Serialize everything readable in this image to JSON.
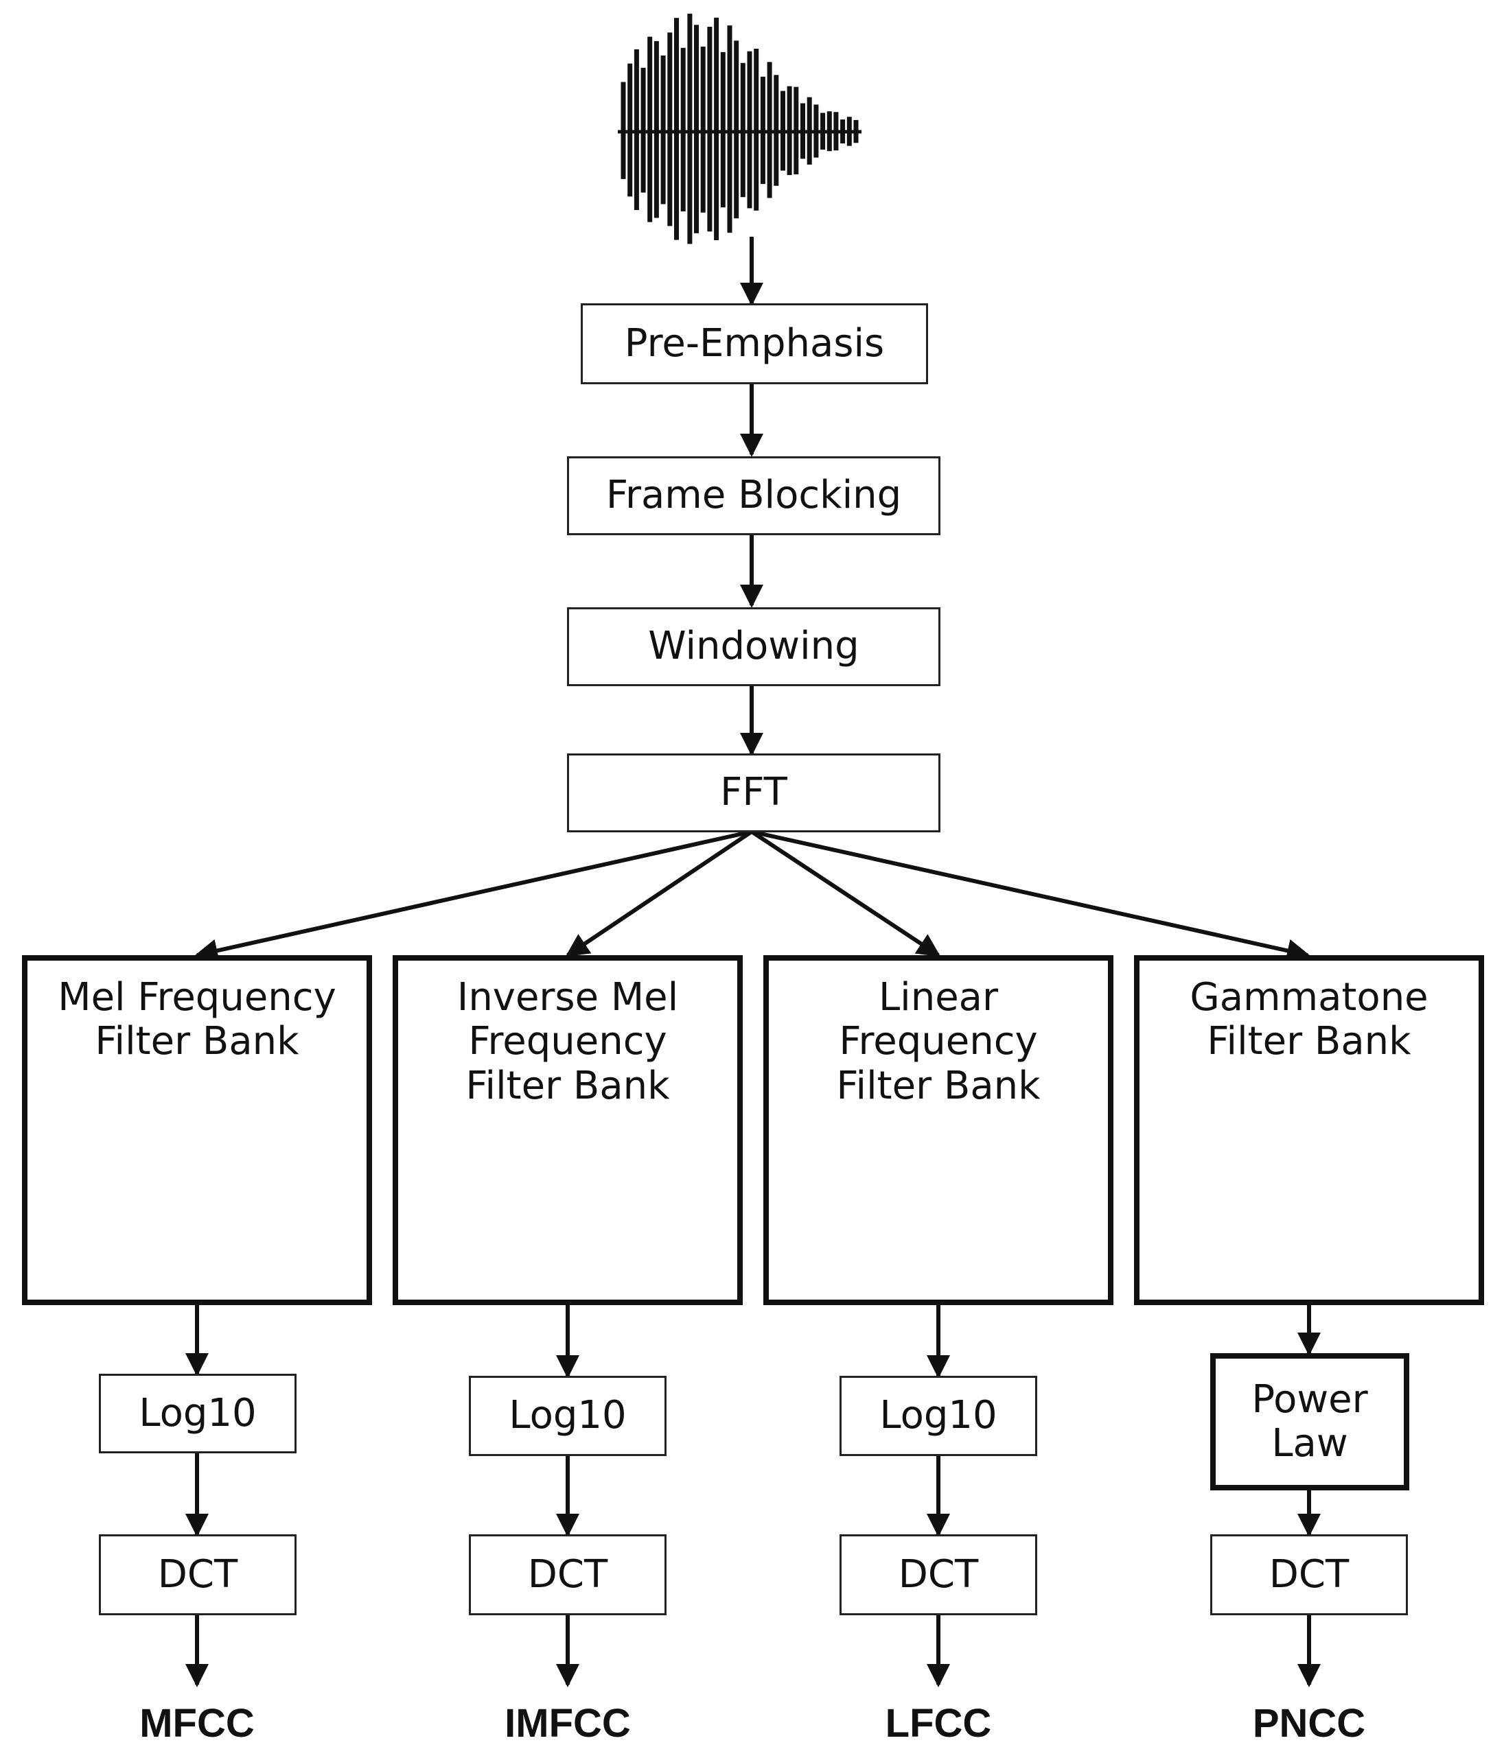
{
  "steps": {
    "pre_emphasis": "Pre-Emphasis",
    "frame_blocking": "Frame Blocking",
    "windowing": "Windowing",
    "fft": "FFT"
  },
  "branches": [
    {
      "filter": "Mel Frequency\nFilter Bank",
      "stage": "Log10",
      "dct": "DCT",
      "output": "MFCC"
    },
    {
      "filter": "Inverse Mel\nFrequency\nFilter Bank",
      "stage": "Log10",
      "dct": "DCT",
      "output": "IMFCC"
    },
    {
      "filter": "Linear\nFrequency\nFilter Bank",
      "stage": "Log10",
      "dct": "DCT",
      "output": "LFCC"
    },
    {
      "filter": "Gammatone\nFilter Bank",
      "stage": "Power\nLaw",
      "dct": "DCT",
      "output": "PNCC"
    }
  ],
  "icons": {
    "input": "speech-waveform-icon"
  }
}
